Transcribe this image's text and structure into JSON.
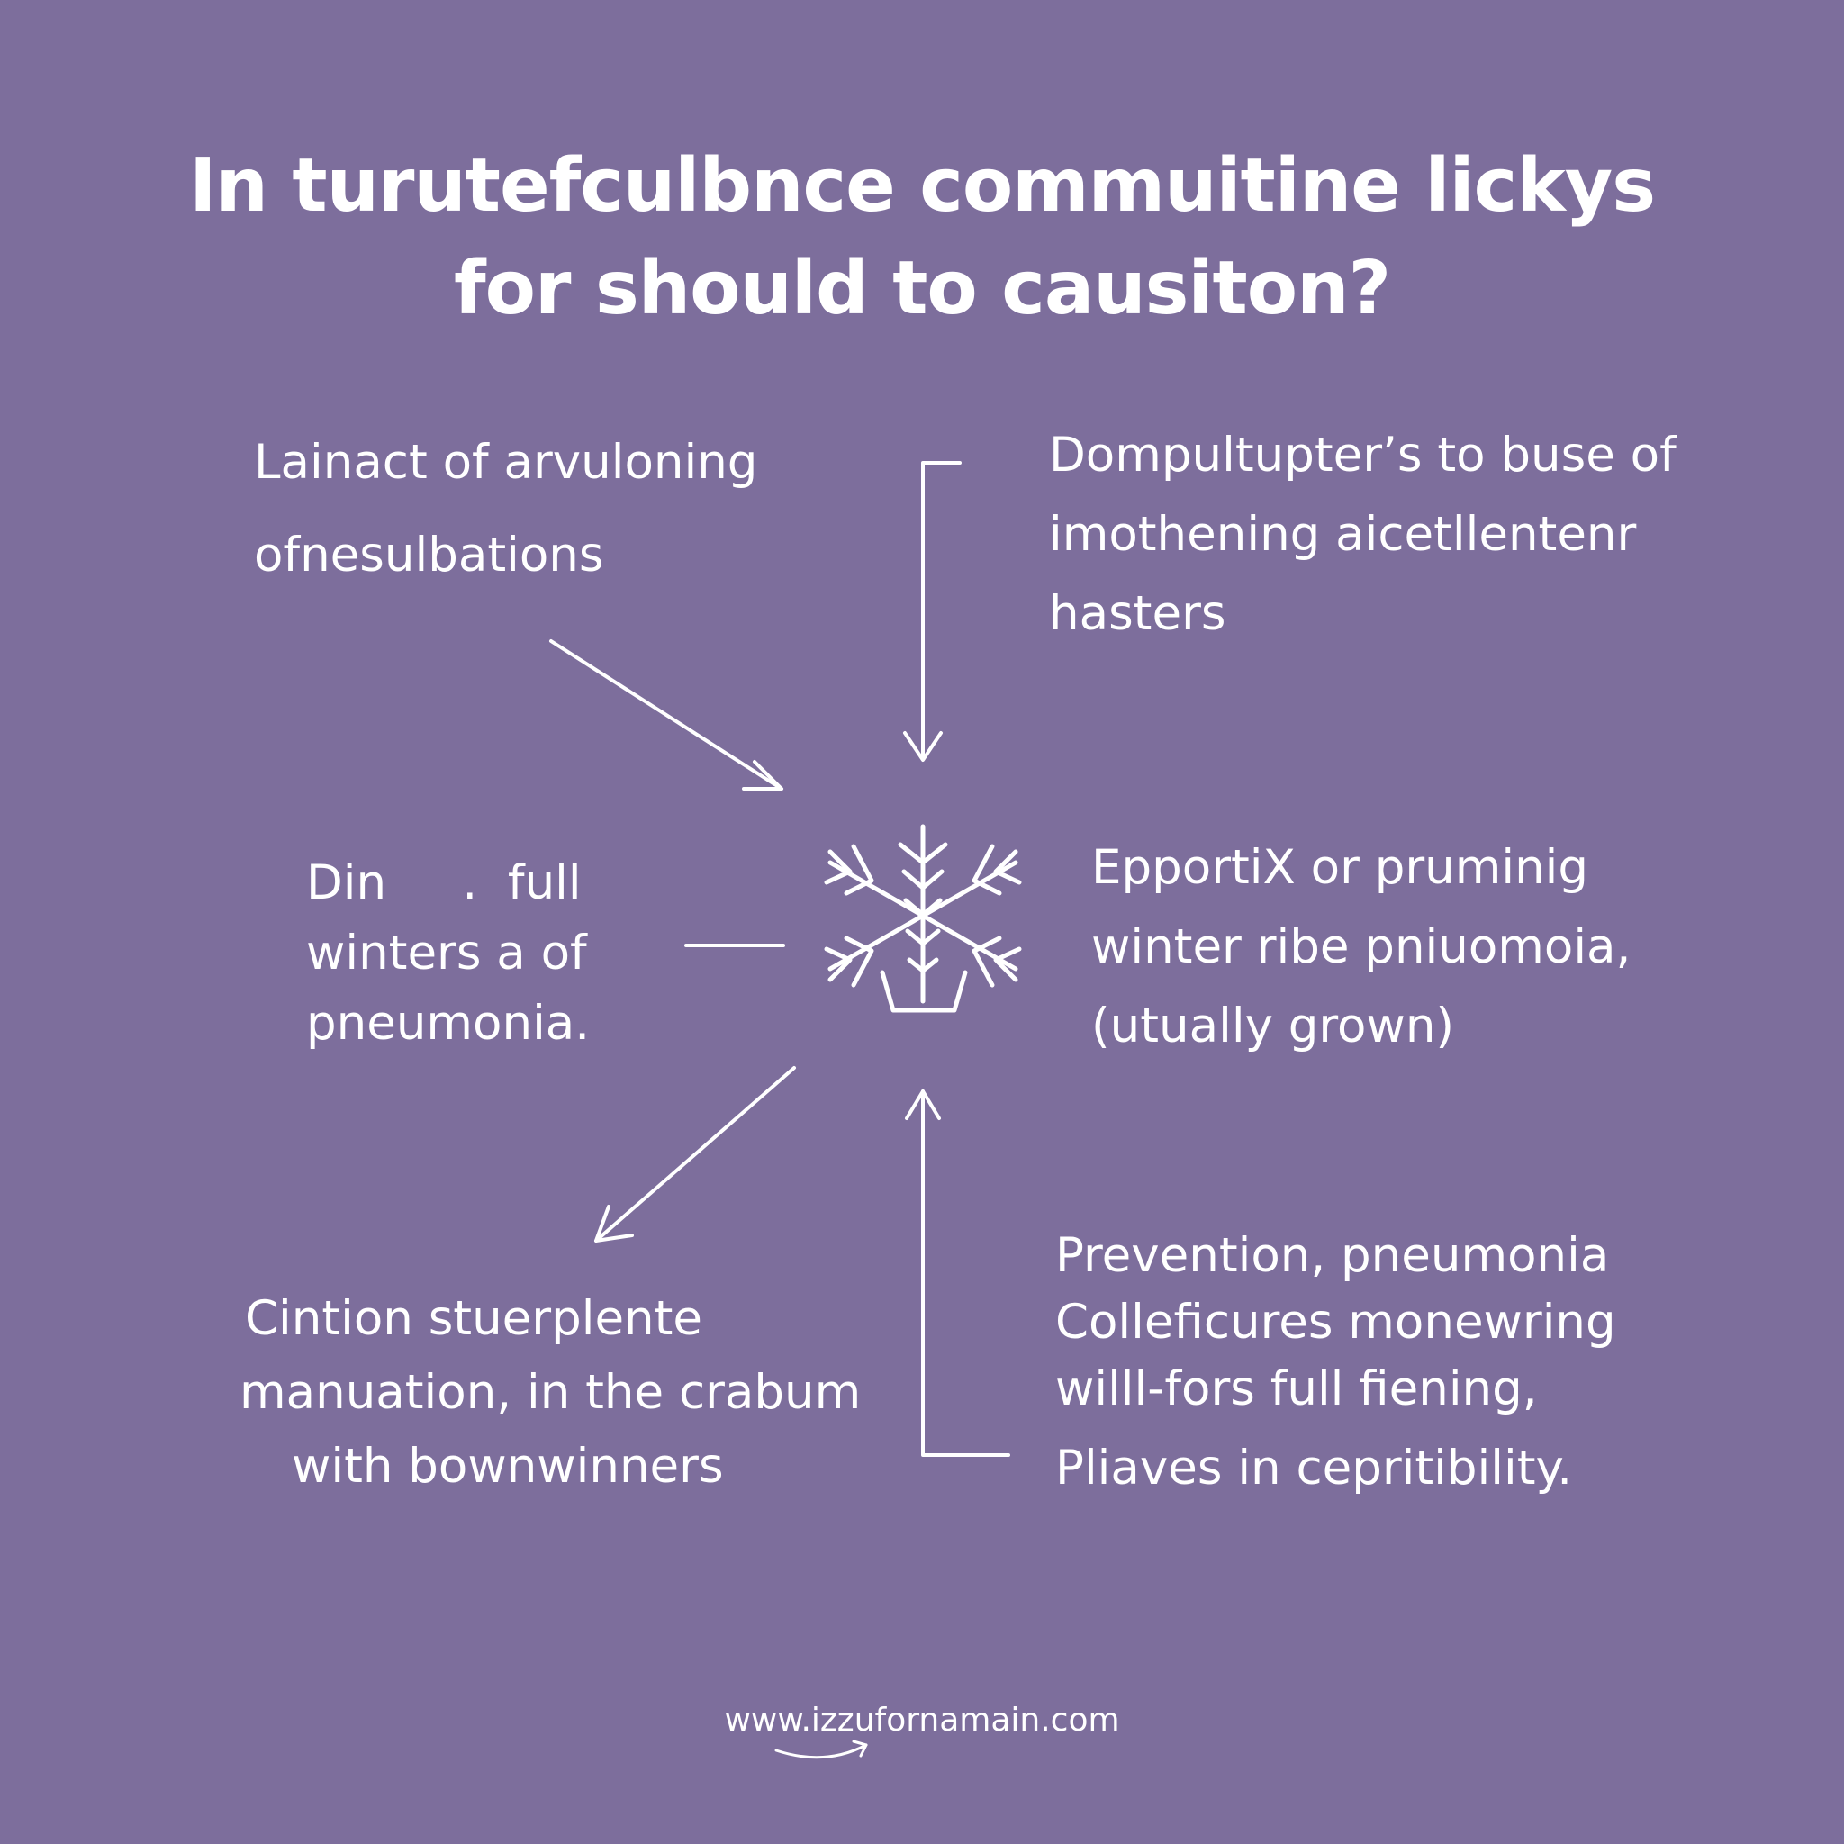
{
  "title": {
    "line1": "In turutefculbnce commuitine lickys",
    "line2": "for should to causiton?"
  },
  "nodes": {
    "top_left": [
      "Lainact of arvuloning",
      "ofnesulbations"
    ],
    "top_right": [
      "Dompultupter’s to buse of",
      "imothening aicetllentenr",
      "hasters"
    ],
    "middle_left": [
      "Din     .  full",
      "winters a of",
      "pneumonia."
    ],
    "middle_right": [
      "EpportiX or pruminig",
      "winter ribe pniuomoia,",
      "(utually grown)"
    ],
    "bottom_left": [
      "Cintion stuerplente",
      "manuation, in the crabum",
      "with bownwinners"
    ],
    "bottom_right": [
      "Prevention, pneumonia",
      "Colleficures monewring",
      "willl-fors full fiening,",
      "Pliaves in cepritibility."
    ]
  },
  "center_icon": "snowflake-icon",
  "footer": "www.izzufornamain.com",
  "colors": {
    "background": "#7d6e9c",
    "foreground": "#ffffff"
  }
}
